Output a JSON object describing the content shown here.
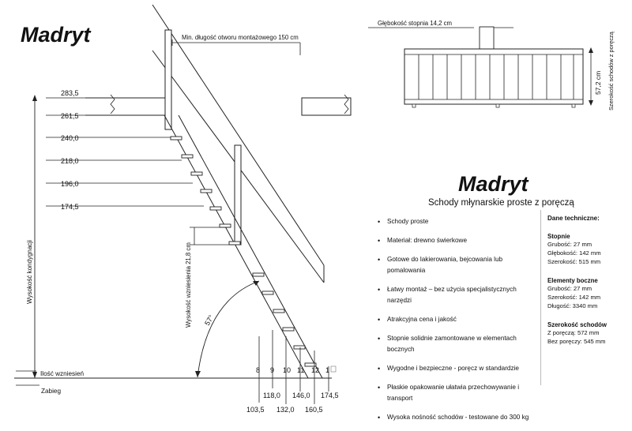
{
  "diagram": {
    "brand_left": "Madryt",
    "opening_label": "Min. długość otworu montażowego 150 cm",
    "depth_label": "Głębokość stopnia 14,2 cm",
    "width_label": "57,2 cm",
    "side_width_label": "Szerokość schodów z poręczą",
    "height_levels": [
      "283,5",
      "261,5",
      "240,0",
      "218,0",
      "196,0",
      "174,5"
    ],
    "step_rise_label": "Wysokość wzniesienia 21,8 cm",
    "angle_label": "57°",
    "vertical_label": "Wysokość kondygnacji",
    "rise_count_label": "Ilość wzniesień",
    "going_label": "Zabieg",
    "rise_counts": [
      "8",
      "9",
      "10",
      "11",
      "12",
      "1"
    ],
    "going_values": [
      "103,5",
      "118,0",
      "132,0",
      "146,0",
      "160,5",
      "174,5"
    ]
  },
  "info": {
    "title": "Madryt",
    "subtitle": "Schody młynarskie proste z poręczą",
    "features": [
      "Schody proste",
      "Materiał: drewno świerkowe",
      "Gotowe do lakierowania, bejcowania lub pomalowania",
      "Łatwy montaż – bez użycia specjalistycznych narzędzi",
      "Atrakcyjna cena i jakość",
      "Stopnie solidnie zamontowane w elementach bocznych",
      "Wygodne i bezpieczne - poręcz w standardzie",
      "Płaskie opakowanie ułatwia przechowywanie i transport",
      "Wysoka nośność schodów - testowane do 300 kg"
    ],
    "tech": {
      "header": "Dane techniczne:",
      "steps_title": "Stopnie",
      "steps": [
        "Grubość: 27 mm",
        "Głębokość: 142 mm",
        "Szerokość: 515 mm"
      ],
      "sides_title": "Elementy boczne",
      "sides": [
        "Grubość: 27 mm",
        "Szerokość: 142 mm",
        "Długość: 3340 mm"
      ],
      "width_title": "Szerokość schodów",
      "width": [
        "Z poręczą: 572 mm",
        "Bez poręczy: 545 mm"
      ]
    }
  }
}
